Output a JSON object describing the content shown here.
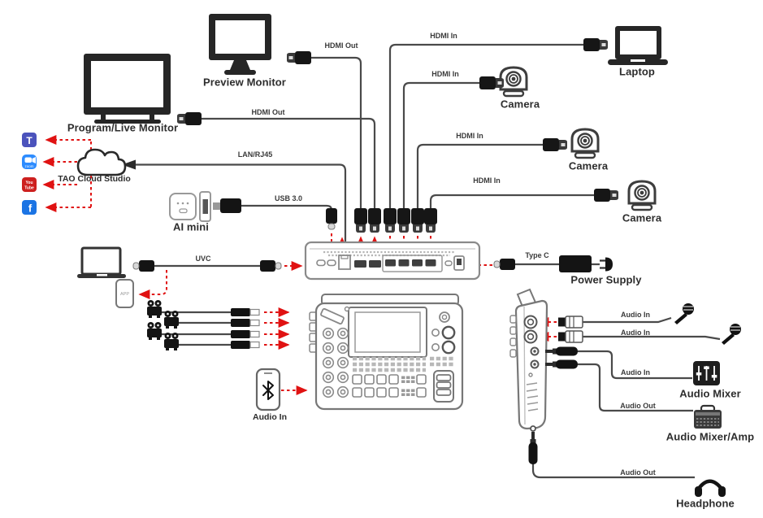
{
  "colors": {
    "cable": "#4a4a4a",
    "device_dark": "#262626",
    "outline_gray": "#8a8a8a",
    "dashed_red": "#e01212",
    "teams_blue": "#4b53bc",
    "zoom_blue": "#2d8cff",
    "youtube_red": "#cd201f",
    "facebook_blue": "#1b74e4"
  },
  "devices": {
    "preview_monitor": {
      "label": "Preview Monitor"
    },
    "program_monitor": {
      "label": "Program/Live Monitor"
    },
    "tao_cloud_studio": {
      "label": "TAO Cloud Studio"
    },
    "ai_mini": {
      "label": "AI mini"
    },
    "laptop": {
      "label": "Laptop"
    },
    "camera_1": {
      "label": "Camera"
    },
    "camera_2": {
      "label": "Camera"
    },
    "camera_3": {
      "label": "Camera"
    },
    "power_supply": {
      "label": "Power Supply"
    },
    "app_phone": {
      "label": "APP"
    },
    "bt_phone": {
      "label": "Audio In"
    },
    "audio_mixer": {
      "label": "Audio Mixer"
    },
    "audio_mixer_amp": {
      "label": "Audio Mixer/Amp"
    },
    "headphone": {
      "label": "Headphone"
    }
  },
  "social": {
    "teams_glyph": "T",
    "zoom_glyph": "zoom",
    "youtube_line1": "You",
    "youtube_line2": "Tube",
    "facebook_glyph": "f"
  },
  "connections": {
    "hdmi_out_preview": {
      "label": "HDMI Out"
    },
    "hdmi_out_program": {
      "label": "HDMI Out"
    },
    "hdmi_in_laptop": {
      "label": "HDMI In"
    },
    "hdmi_in_camera_1": {
      "label": "HDMI In"
    },
    "hdmi_in_camera_2": {
      "label": "HDMI In"
    },
    "hdmi_in_camera_3": {
      "label": "HDMI In"
    },
    "lan": {
      "label": "LAN/RJ45"
    },
    "usb_3_0": {
      "label": "USB 3.0"
    },
    "uvc": {
      "label": "UVC"
    },
    "type_c": {
      "label": "Type C"
    },
    "audio_in_mic_1": {
      "label": "Audio In"
    },
    "audio_in_mic_2": {
      "label": "Audio In"
    },
    "audio_in_mixer": {
      "label": "Audio In"
    },
    "audio_out_amp": {
      "label": "Audio Out"
    },
    "audio_out_headphone": {
      "label": "Audio Out"
    }
  },
  "icons": {
    "monitor-icon": "css-rect",
    "laptop-icon": "css-rect",
    "ptz-camera-icon": "svg-circles",
    "cloud-icon": "svg-cloud",
    "hdmi-plug-icon": "svg-plug",
    "usb-c-plug-icon": "svg-plug",
    "usb-a-plug-icon": "svg-plug",
    "xlr-plug-icon": "svg-plug",
    "trs-plug-icon": "svg-plug",
    "rca-plug-icon": "svg-plug",
    "film-camera-icon": "svg-shape",
    "bluetooth-icon": "svg-rune",
    "microphone-icon": "svg-shape",
    "mixer-icon": "svg-shape",
    "amp-icon": "svg-shape",
    "headphone-icon": "svg-shape",
    "power-plug-icon": "svg-shape",
    "phone-icon": "svg-rect"
  }
}
